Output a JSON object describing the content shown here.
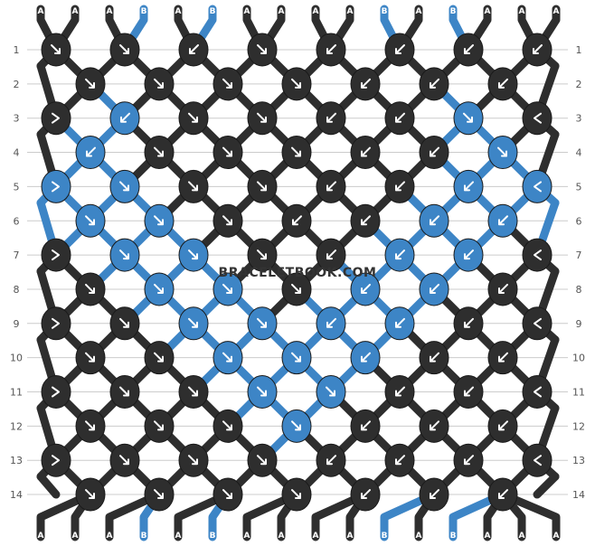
{
  "watermark": "BRACELETBOOK.COM",
  "colors": {
    "A": "#2e2e2e",
    "B": "#3d85c6",
    "grid": "#cccccc",
    "background": "#ffffff"
  },
  "strings_top": [
    "A",
    "A",
    "A",
    "B",
    "A",
    "B",
    "A",
    "A",
    "A",
    "A",
    "B",
    "A",
    "B",
    "A",
    "A",
    "A"
  ],
  "strings_bottom": [
    "A",
    "A",
    "A",
    "B",
    "A",
    "B",
    "A",
    "A",
    "A",
    "A",
    "B",
    "A",
    "B",
    "A",
    "A",
    "A"
  ],
  "row_labels": [
    "1",
    "2",
    "3",
    "4",
    "5",
    "6",
    "7",
    "8",
    "9",
    "10",
    "11",
    "12",
    "13",
    "14"
  ],
  "rows": [
    {
      "knots": [
        {
          "c": "A",
          "d": "se"
        },
        {
          "c": "A",
          "d": "se"
        },
        {
          "c": "A",
          "d": "sw"
        },
        {
          "c": "A",
          "d": "se"
        },
        {
          "c": "A",
          "d": "sw"
        },
        {
          "c": "A",
          "d": "sw"
        },
        {
          "c": "A",
          "d": "sw"
        },
        {
          "c": "A",
          "d": "sw"
        }
      ]
    },
    {
      "knots": [
        {
          "c": "A",
          "d": "se"
        },
        {
          "c": "A",
          "d": "se"
        },
        {
          "c": "A",
          "d": "se"
        },
        {
          "c": "A",
          "d": "se"
        },
        {
          "c": "A",
          "d": "sw"
        },
        {
          "c": "A",
          "d": "sw"
        },
        {
          "c": "A",
          "d": "sw"
        }
      ]
    },
    {
      "knots": [
        {
          "c": "A",
          "d": "se-l"
        },
        {
          "c": "B",
          "d": "sw"
        },
        {
          "c": "A",
          "d": "se"
        },
        {
          "c": "A",
          "d": "se"
        },
        {
          "c": "A",
          "d": "sw"
        },
        {
          "c": "A",
          "d": "sw"
        },
        {
          "c": "B",
          "d": "se"
        },
        {
          "c": "A",
          "d": "sw-r"
        }
      ]
    },
    {
      "knots": [
        {
          "c": "B",
          "d": "sw"
        },
        {
          "c": "A",
          "d": "se"
        },
        {
          "c": "A",
          "d": "se"
        },
        {
          "c": "A",
          "d": "se"
        },
        {
          "c": "A",
          "d": "sw"
        },
        {
          "c": "A",
          "d": "sw"
        },
        {
          "c": "B",
          "d": "se"
        }
      ]
    },
    {
      "knots": [
        {
          "c": "B",
          "d": "se-l"
        },
        {
          "c": "B",
          "d": "se"
        },
        {
          "c": "A",
          "d": "se"
        },
        {
          "c": "A",
          "d": "se"
        },
        {
          "c": "A",
          "d": "sw"
        },
        {
          "c": "A",
          "d": "sw"
        },
        {
          "c": "B",
          "d": "sw"
        },
        {
          "c": "B",
          "d": "sw-r"
        }
      ]
    },
    {
      "knots": [
        {
          "c": "B",
          "d": "se"
        },
        {
          "c": "B",
          "d": "se"
        },
        {
          "c": "A",
          "d": "se"
        },
        {
          "c": "A",
          "d": "sw"
        },
        {
          "c": "A",
          "d": "sw"
        },
        {
          "c": "B",
          "d": "sw"
        },
        {
          "c": "B",
          "d": "sw"
        }
      ]
    },
    {
      "knots": [
        {
          "c": "A",
          "d": "se-l"
        },
        {
          "c": "B",
          "d": "se"
        },
        {
          "c": "B",
          "d": "se"
        },
        {
          "c": "A",
          "d": "se"
        },
        {
          "c": "A",
          "d": "sw"
        },
        {
          "c": "B",
          "d": "sw"
        },
        {
          "c": "B",
          "d": "sw"
        },
        {
          "c": "A",
          "d": "sw-r"
        }
      ]
    },
    {
      "knots": [
        {
          "c": "A",
          "d": "se"
        },
        {
          "c": "B",
          "d": "se"
        },
        {
          "c": "B",
          "d": "se"
        },
        {
          "c": "A",
          "d": "se"
        },
        {
          "c": "B",
          "d": "sw"
        },
        {
          "c": "B",
          "d": "sw"
        },
        {
          "c": "A",
          "d": "sw"
        }
      ]
    },
    {
      "knots": [
        {
          "c": "A",
          "d": "se-l"
        },
        {
          "c": "A",
          "d": "se"
        },
        {
          "c": "B",
          "d": "se"
        },
        {
          "c": "B",
          "d": "se"
        },
        {
          "c": "B",
          "d": "sw"
        },
        {
          "c": "B",
          "d": "sw"
        },
        {
          "c": "A",
          "d": "sw"
        },
        {
          "c": "A",
          "d": "sw-r"
        }
      ]
    },
    {
      "knots": [
        {
          "c": "A",
          "d": "se"
        },
        {
          "c": "A",
          "d": "se"
        },
        {
          "c": "B",
          "d": "se"
        },
        {
          "c": "B",
          "d": "se"
        },
        {
          "c": "B",
          "d": "sw"
        },
        {
          "c": "A",
          "d": "sw"
        },
        {
          "c": "A",
          "d": "sw"
        }
      ]
    },
    {
      "knots": [
        {
          "c": "A",
          "d": "se-l"
        },
        {
          "c": "A",
          "d": "se"
        },
        {
          "c": "A",
          "d": "se"
        },
        {
          "c": "B",
          "d": "se"
        },
        {
          "c": "B",
          "d": "se"
        },
        {
          "c": "A",
          "d": "sw"
        },
        {
          "c": "A",
          "d": "sw"
        },
        {
          "c": "A",
          "d": "sw-r"
        }
      ]
    },
    {
      "knots": [
        {
          "c": "A",
          "d": "se"
        },
        {
          "c": "A",
          "d": "se"
        },
        {
          "c": "A",
          "d": "se"
        },
        {
          "c": "B",
          "d": "se"
        },
        {
          "c": "A",
          "d": "sw"
        },
        {
          "c": "A",
          "d": "sw"
        },
        {
          "c": "A",
          "d": "sw"
        }
      ]
    },
    {
      "knots": [
        {
          "c": "A",
          "d": "se-l"
        },
        {
          "c": "A",
          "d": "se"
        },
        {
          "c": "A",
          "d": "se"
        },
        {
          "c": "A",
          "d": "se"
        },
        {
          "c": "A",
          "d": "sw"
        },
        {
          "c": "A",
          "d": "sw"
        },
        {
          "c": "A",
          "d": "sw"
        },
        {
          "c": "A",
          "d": "sw-r"
        }
      ]
    },
    {
      "knots": [
        {
          "c": "A",
          "d": "se"
        },
        {
          "c": "A",
          "d": "se"
        },
        {
          "c": "A",
          "d": "se"
        },
        {
          "c": "A",
          "d": "se"
        },
        {
          "c": "A",
          "d": "sw"
        },
        {
          "c": "A",
          "d": "sw"
        },
        {
          "c": "A",
          "d": "sw"
        }
      ]
    }
  ]
}
